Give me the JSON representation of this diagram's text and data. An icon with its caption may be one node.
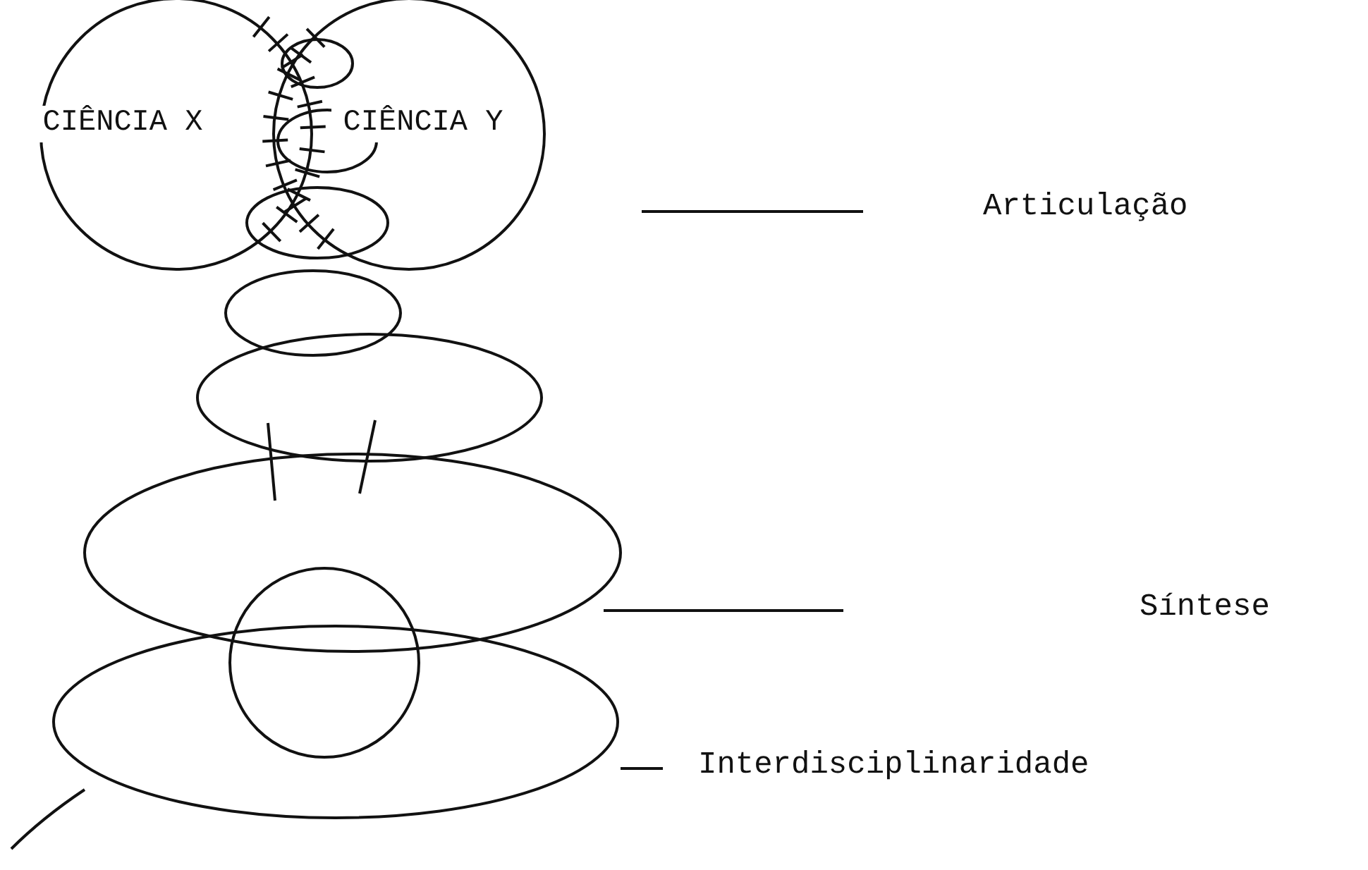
{
  "diagram": {
    "nodes": [
      {
        "text": [
          "CIÊNCIA X"
        ]
      },
      {
        "text": [
          "CIÊNCIA Y"
        ]
      },
      {
        "text": [],
        "shape": "circle"
      }
    ],
    "edges": [],
    "legend": [
      {
        "text": "Articulação"
      },
      {
        "text": "Síntese"
      },
      {
        "text": "Interdisciplinaridade"
      }
    ]
  }
}
